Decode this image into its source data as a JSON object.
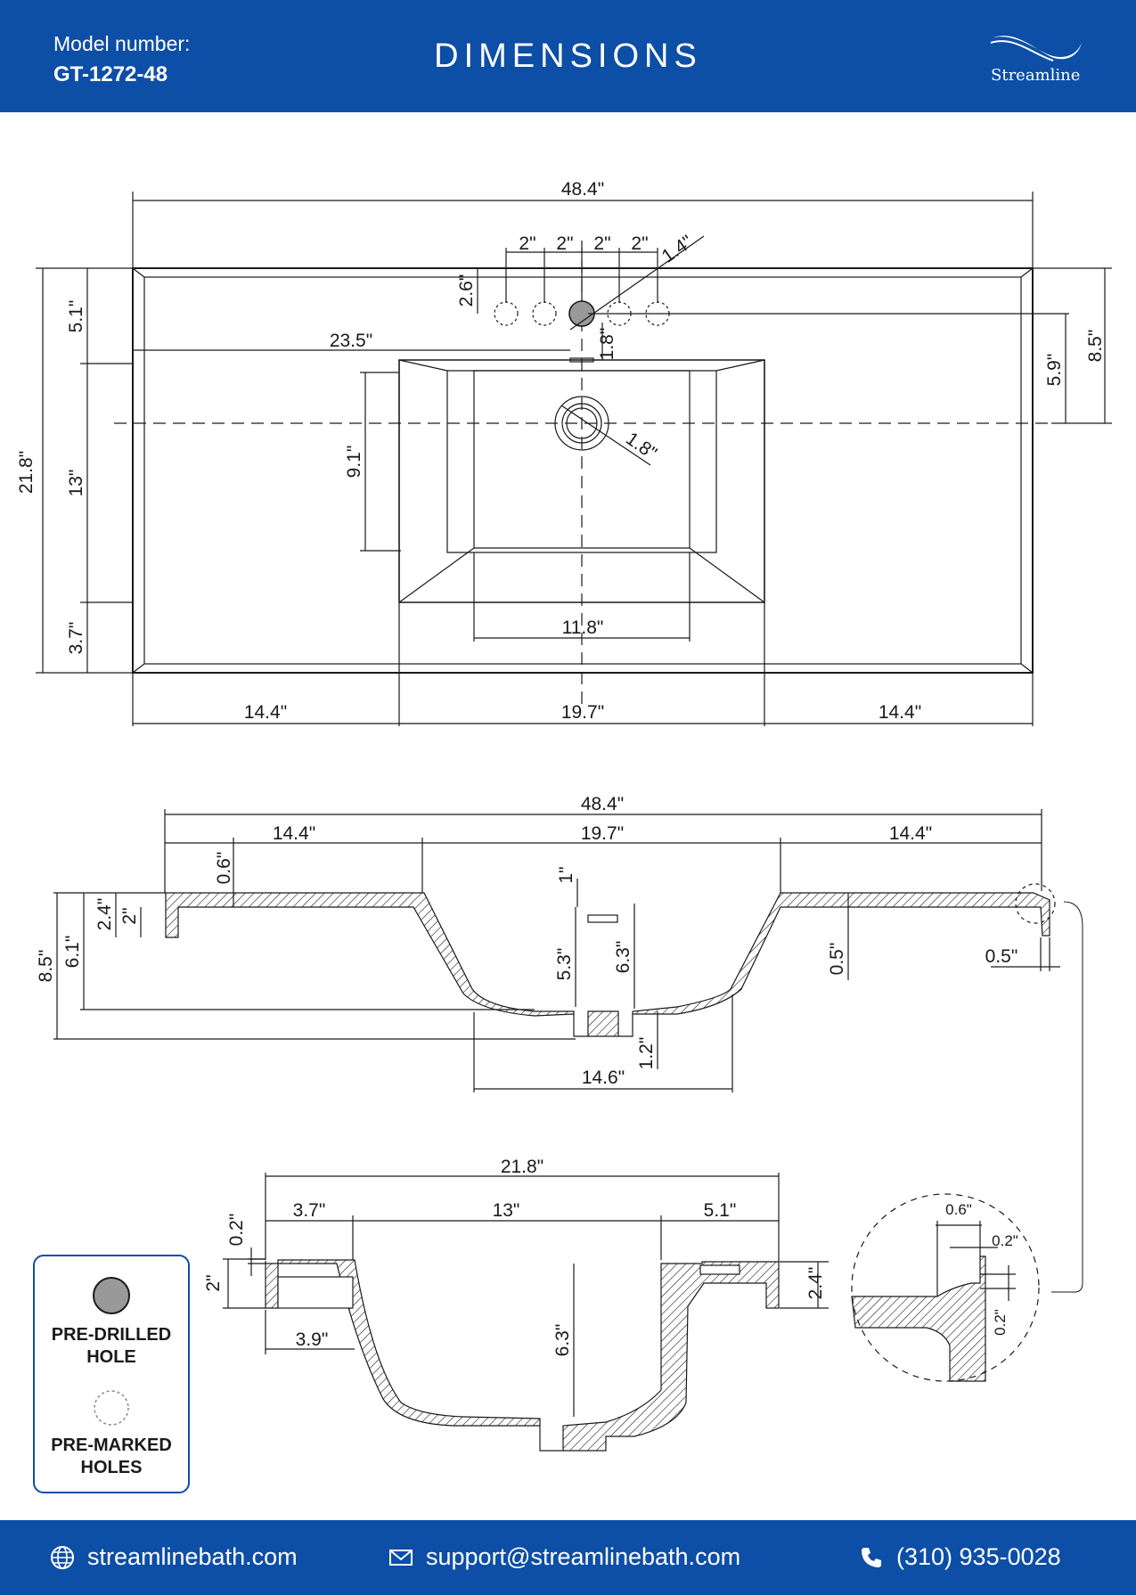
{
  "header": {
    "model_label": "Model number:",
    "model_number": "GT-1272-48",
    "title": "DIMENSIONS",
    "brand": "Streamline"
  },
  "top_view": {
    "overall_width": "48.4\"",
    "hole_spacing": [
      "2\"",
      "2\"",
      "2\"",
      "2\""
    ],
    "hole_diameter": "1.4\"",
    "hole_offset": "2.6\"",
    "left_total_depth": "21.8\"",
    "front_margin": "5.1\"",
    "bowl_depth": "13\"",
    "back_margin": "3.7\"",
    "faucet_to_center": "23.5\"",
    "faucet_to_bowl": "1.8\"",
    "right_5_9": "5.9\"",
    "right_8_5": "8.5\"",
    "inner_depth": "9.1\"",
    "drain_diameter": "1.8\"",
    "inner_width": "11.8\"",
    "left_deck": "14.4\"",
    "bowl_width": "19.7\"",
    "right_deck": "14.4\""
  },
  "front_section": {
    "overall_width": "48.4\"",
    "left_deck": "14.4\"",
    "bowl_width": "19.7\"",
    "right_deck": "14.4\"",
    "top_thickness": "0.6\"",
    "overflow": "1\"",
    "edge_2_4": "2.4\"",
    "edge_2": "2\"",
    "depth_6_1": "6.1\"",
    "depth_8_5": "8.5\"",
    "bowl_5_3": "5.3\"",
    "bowl_6_3": "6.3\"",
    "lip_0_5": "0.5\"",
    "edge_0_5": "0.5\"",
    "drain_1_2": "1.2\"",
    "bottom_width": "14.6\""
  },
  "side_section": {
    "overall_depth": "21.8\"",
    "front": "3.7\"",
    "bowl": "13\"",
    "back": "5.1\"",
    "thickness_0_2": "0.2\"",
    "front_2": "2\"",
    "back_2_4": "2.4\"",
    "front_3_9": "3.9\"",
    "bowl_6_3": "6.3\""
  },
  "detail": {
    "d_0_6": "0.6\"",
    "d_0_2_top": "0.2\"",
    "d_0_2_side": "0.2\""
  },
  "legend": {
    "drilled_line1": "PRE-DRILLED",
    "drilled_line2": "HOLE",
    "marked_line1": "PRE-MARKED",
    "marked_line2": "HOLES"
  },
  "footer": {
    "website": "streamlinebath.com",
    "email": "support@streamlinebath.com",
    "phone": "(310) 935-0028"
  },
  "colors": {
    "brand_blue": "#0d4ea6",
    "line": "#1a1a1a"
  },
  "icons": [
    "globe-icon",
    "mail-icon",
    "phone-icon",
    "wave-logo-icon"
  ]
}
